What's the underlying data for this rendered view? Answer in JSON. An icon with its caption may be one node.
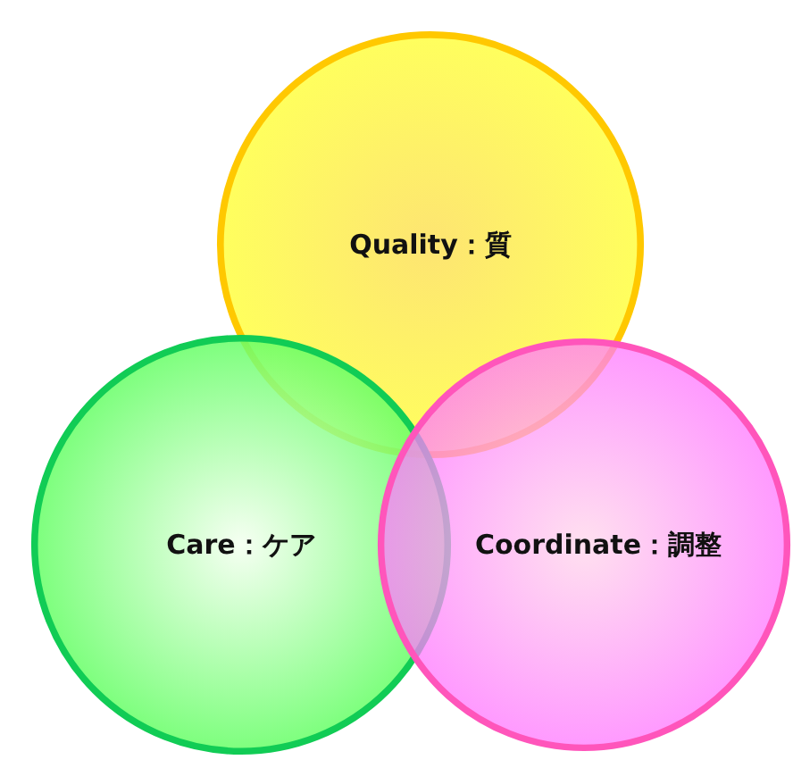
{
  "diagram": {
    "nodes": [
      {
        "text": [
          "Quality：質"
        ]
      },
      {
        "text": [
          "Care：ケア"
        ]
      },
      {
        "text": [
          "Coordinate：調整"
        ]
      }
    ]
  }
}
